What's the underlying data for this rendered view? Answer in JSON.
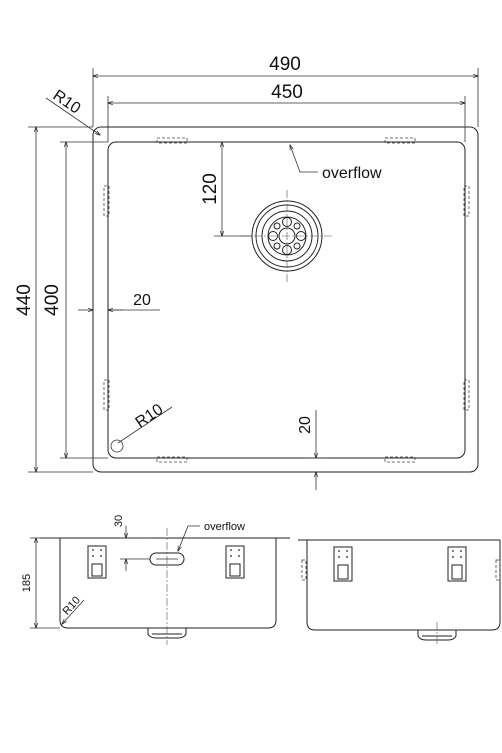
{
  "top_view": {
    "width_outer": "490",
    "width_inner": "450",
    "height_outer": "440",
    "height_inner": "400",
    "corner_radius_outer": "R10",
    "corner_radius_inner": "R10",
    "drain_offset": "120",
    "rim_side": "20",
    "rim_bottom": "20",
    "overflow_label": "overflow"
  },
  "front_view": {
    "depth": "185",
    "overflow_offset": "30",
    "corner_radius": "R10",
    "overflow_label": "overflow"
  }
}
